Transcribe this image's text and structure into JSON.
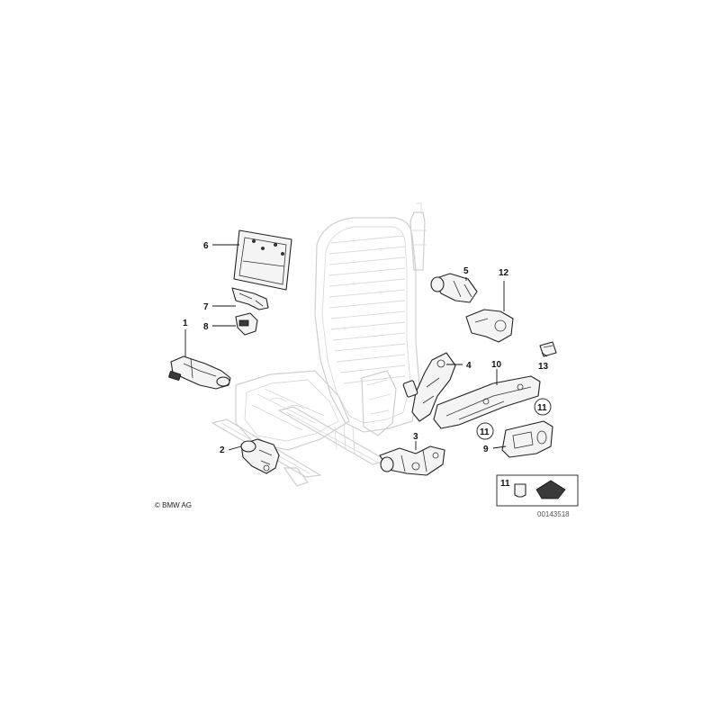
{
  "callouts": {
    "c1": "1",
    "c2": "2",
    "c3": "3",
    "c4": "4",
    "c5": "5",
    "c6": "6",
    "c7": "7",
    "c8": "8",
    "c9": "9",
    "c10": "10",
    "c11a": "11",
    "c11b": "11",
    "c11c": "11",
    "c12": "12",
    "c13": "13"
  },
  "copyright": "© BMW AG",
  "diagram_id": "00143518"
}
